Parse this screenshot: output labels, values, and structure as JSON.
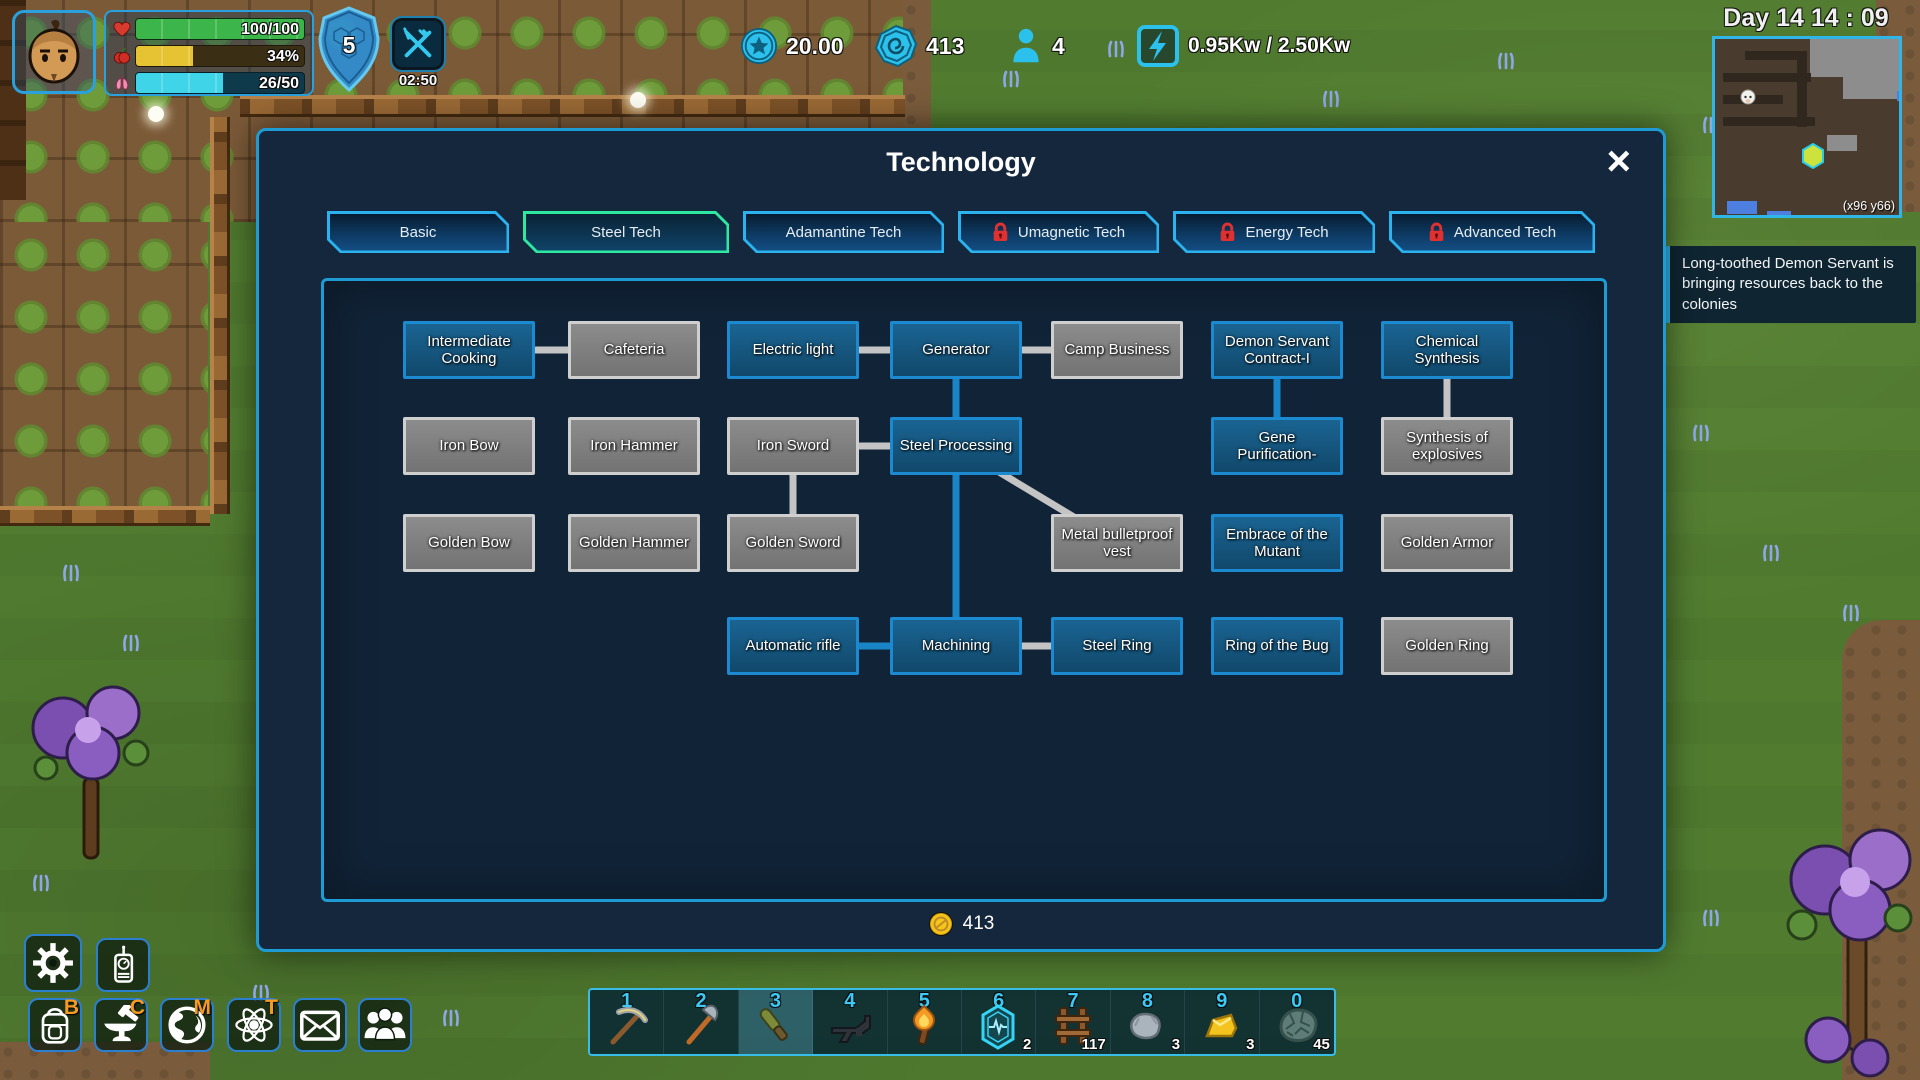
{
  "hud": {
    "stats": {
      "health": "100/100",
      "hunger": "34%",
      "oxygen": "26/50"
    },
    "shield_value": "5",
    "meal_timer": "02:50",
    "resources": [
      {
        "icon": "star-coin-icon",
        "value": "20.00"
      },
      {
        "icon": "hex-token-icon",
        "value": "413"
      },
      {
        "icon": "colonist-icon",
        "value": "4"
      },
      {
        "icon": "power-icon",
        "value": "0.95Kw / 2.50Kw"
      }
    ],
    "clock": "Day 14 14 : 09",
    "minimap": {
      "coords": "(x96 y66)"
    }
  },
  "notification": {
    "icon": "alert-icon",
    "text": "Long-toothed Demon Servant is bringing resources back to the colonies"
  },
  "dialog": {
    "title": "Technology",
    "close_label": "×",
    "tabs": [
      {
        "label": "Basic",
        "locked": false,
        "selected": false
      },
      {
        "label": "Steel Tech",
        "locked": false,
        "selected": true
      },
      {
        "label": "Adamantine Tech",
        "locked": false,
        "selected": false
      },
      {
        "label": "Umagnetic Tech",
        "locked": true,
        "selected": false
      },
      {
        "label": "Energy Tech",
        "locked": true,
        "selected": false
      },
      {
        "label": "Advanced Tech",
        "locked": true,
        "selected": false
      }
    ],
    "footer": {
      "tokens": "413"
    },
    "tree": {
      "nodes": [
        {
          "id": "intermediate-cooking",
          "label": "Intermediate Cooking",
          "col": 0,
          "row": 0,
          "state": "active"
        },
        {
          "id": "cafeteria",
          "label": "Cafeteria",
          "col": 1,
          "row": 0,
          "state": "inactive"
        },
        {
          "id": "electric-light",
          "label": "Electric light",
          "col": 2,
          "row": 0,
          "state": "active"
        },
        {
          "id": "generator",
          "label": "Generator",
          "col": 3,
          "row": 0,
          "state": "active"
        },
        {
          "id": "camp-business",
          "label": "Camp Business",
          "col": 4,
          "row": 0,
          "state": "inactive"
        },
        {
          "id": "demon-servant-contract",
          "label": "Demon Servant Contract-I",
          "col": 5,
          "row": 0,
          "state": "active"
        },
        {
          "id": "chemical-synthesis",
          "label": "Chemical Synthesis",
          "col": 6,
          "row": 0,
          "state": "active"
        },
        {
          "id": "iron-bow",
          "label": "Iron Bow",
          "col": 0,
          "row": 1,
          "state": "inactive"
        },
        {
          "id": "iron-hammer",
          "label": "Iron Hammer",
          "col": 1,
          "row": 1,
          "state": "inactive"
        },
        {
          "id": "iron-sword",
          "label": "Iron Sword",
          "col": 2,
          "row": 1,
          "state": "inactive"
        },
        {
          "id": "steel-processing",
          "label": "Steel Processing",
          "col": 3,
          "row": 1,
          "state": "active"
        },
        {
          "id": "gene-purification",
          "label": "Gene Purification-",
          "col": 5,
          "row": 1,
          "state": "active"
        },
        {
          "id": "synthesis-of-explosives",
          "label": "Synthesis of explosives",
          "col": 6,
          "row": 1,
          "state": "inactive"
        },
        {
          "id": "golden-bow",
          "label": "Golden Bow",
          "col": 0,
          "row": 2,
          "state": "inactive"
        },
        {
          "id": "golden-hammer",
          "label": "Golden Hammer",
          "col": 1,
          "row": 2,
          "state": "inactive"
        },
        {
          "id": "golden-sword",
          "label": "Golden Sword",
          "col": 2,
          "row": 2,
          "state": "inactive"
        },
        {
          "id": "metal-bulletproof-vest",
          "label": "Metal bulletproof vest",
          "col": 4,
          "row": 2,
          "state": "inactive"
        },
        {
          "id": "embrace-of-the-mutant",
          "label": "Embrace of the Mutant",
          "col": 5,
          "row": 2,
          "state": "active"
        },
        {
          "id": "golden-armor",
          "label": "Golden Armor",
          "col": 6,
          "row": 2,
          "state": "inactive"
        },
        {
          "id": "automatic-rifle",
          "label": "Automatic rifle",
          "col": 2,
          "row": 3,
          "state": "active"
        },
        {
          "id": "machining",
          "label": "Machining",
          "col": 3,
          "row": 3,
          "state": "active"
        },
        {
          "id": "steel-ring",
          "label": "Steel Ring",
          "col": 4,
          "row": 3,
          "state": "active"
        },
        {
          "id": "ring-of-the-bug",
          "label": "Ring of the Bug",
          "col": 5,
          "row": 3,
          "state": "active"
        },
        {
          "id": "golden-ring",
          "label": "Golden Ring",
          "col": 6,
          "row": 3,
          "state": "inactive"
        }
      ],
      "edges": [
        {
          "from": "intermediate-cooking",
          "to": "cafeteria",
          "color": "gray"
        },
        {
          "from": "electric-light",
          "to": "generator",
          "color": "gray"
        },
        {
          "from": "generator",
          "to": "camp-business",
          "color": "gray"
        },
        {
          "from": "generator",
          "to": "steel-processing",
          "color": "blue"
        },
        {
          "from": "iron-sword",
          "to": "steel-processing",
          "color": "gray"
        },
        {
          "from": "iron-sword",
          "to": "golden-sword",
          "color": "gray"
        },
        {
          "from": "steel-processing",
          "to": "machining",
          "color": "blue"
        },
        {
          "from": "steel-processing",
          "to": "metal-bulletproof-vest",
          "color": "gray"
        },
        {
          "from": "demon-servant-contract",
          "to": "gene-purification",
          "color": "blue"
        },
        {
          "from": "chemical-synthesis",
          "to": "synthesis-of-explosives",
          "color": "gray"
        },
        {
          "from": "automatic-rifle",
          "to": "machining",
          "color": "blue"
        },
        {
          "from": "machining",
          "to": "steel-ring",
          "color": "gray"
        }
      ]
    }
  },
  "toolbar": {
    "primary": [
      {
        "name": "settings",
        "icon": "gear-icon",
        "hotkey": ""
      },
      {
        "name": "radio",
        "icon": "radio-icon",
        "hotkey": ""
      }
    ],
    "secondary": [
      {
        "name": "backpack",
        "icon": "backpack-icon",
        "hotkey": "B"
      },
      {
        "name": "crafting",
        "icon": "anvil-icon",
        "hotkey": "C"
      },
      {
        "name": "world-map",
        "icon": "globe-icon",
        "hotkey": "M"
      },
      {
        "name": "technology",
        "icon": "atom-icon",
        "hotkey": "T"
      },
      {
        "name": "mail",
        "icon": "mail-icon",
        "hotkey": ""
      },
      {
        "name": "colonists",
        "icon": "people-icon",
        "hotkey": ""
      }
    ]
  },
  "hotbar": {
    "selected_slot": "3",
    "slots": [
      {
        "key": "1",
        "item": "pickaxe",
        "count": ""
      },
      {
        "key": "2",
        "item": "axe",
        "count": ""
      },
      {
        "key": "3",
        "item": "club",
        "count": ""
      },
      {
        "key": "4",
        "item": "rifle",
        "count": ""
      },
      {
        "key": "5",
        "item": "torch",
        "count": ""
      },
      {
        "key": "6",
        "item": "energy-crystal",
        "count": "2"
      },
      {
        "key": "7",
        "item": "wooden-fence",
        "count": "117"
      },
      {
        "key": "8",
        "item": "stone",
        "count": "3"
      },
      {
        "key": "9",
        "item": "gold",
        "count": "3"
      },
      {
        "key": "0",
        "item": "ore",
        "count": "45"
      }
    ]
  }
}
